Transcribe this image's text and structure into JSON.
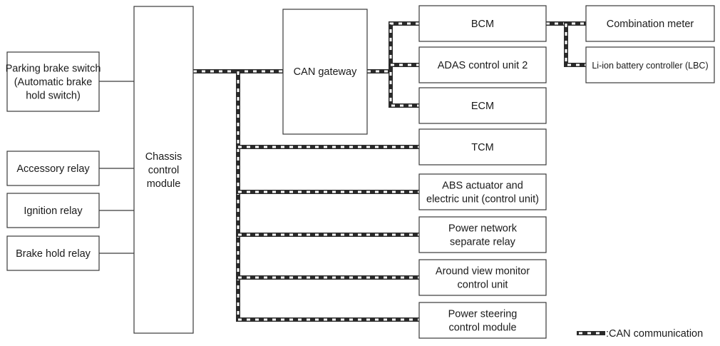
{
  "diagram": {
    "left_inputs": [
      {
        "id": "parking-brake-switch",
        "lines": [
          "Parking brake switch",
          "(Automatic brake",
          "hold switch)"
        ]
      },
      {
        "id": "accessory-relay",
        "lines": [
          "Accessory relay"
        ]
      },
      {
        "id": "ignition-relay",
        "lines": [
          "Ignition relay"
        ]
      },
      {
        "id": "brake-hold-relay",
        "lines": [
          "Brake hold relay"
        ]
      }
    ],
    "chassis_control_module": {
      "lines": [
        "Chassis",
        "control",
        "module"
      ]
    },
    "can_gateway": {
      "lines": [
        "CAN gateway"
      ]
    },
    "gateway_units": [
      {
        "id": "bcm",
        "lines": [
          "BCM"
        ]
      },
      {
        "id": "adas-control-unit-2",
        "lines": [
          "ADAS control unit 2"
        ]
      },
      {
        "id": "ecm",
        "lines": [
          "ECM"
        ]
      }
    ],
    "trunk_units": [
      {
        "id": "tcm",
        "lines": [
          "TCM"
        ]
      },
      {
        "id": "abs-actuator",
        "lines": [
          "ABS actuator and",
          "electric unit (control unit)"
        ]
      },
      {
        "id": "power-network-separate-relay",
        "lines": [
          "Power network",
          "separate relay"
        ]
      },
      {
        "id": "around-view-monitor",
        "lines": [
          "Around view monitor",
          "control unit"
        ]
      },
      {
        "id": "power-steering-control-module",
        "lines": [
          "Power steering",
          "control module"
        ]
      }
    ],
    "bcm_units": [
      {
        "id": "combination-meter",
        "lines": [
          "Combination meter"
        ]
      },
      {
        "id": "li-ion-battery-controller",
        "lines": [
          "Li-ion battery controller (LBC)"
        ]
      }
    ],
    "legend": {
      "label": ":CAN communication"
    },
    "colors": {
      "line": "#2a2a2a",
      "box_border": "#3a3a3a",
      "background": "#ffffff"
    }
  }
}
